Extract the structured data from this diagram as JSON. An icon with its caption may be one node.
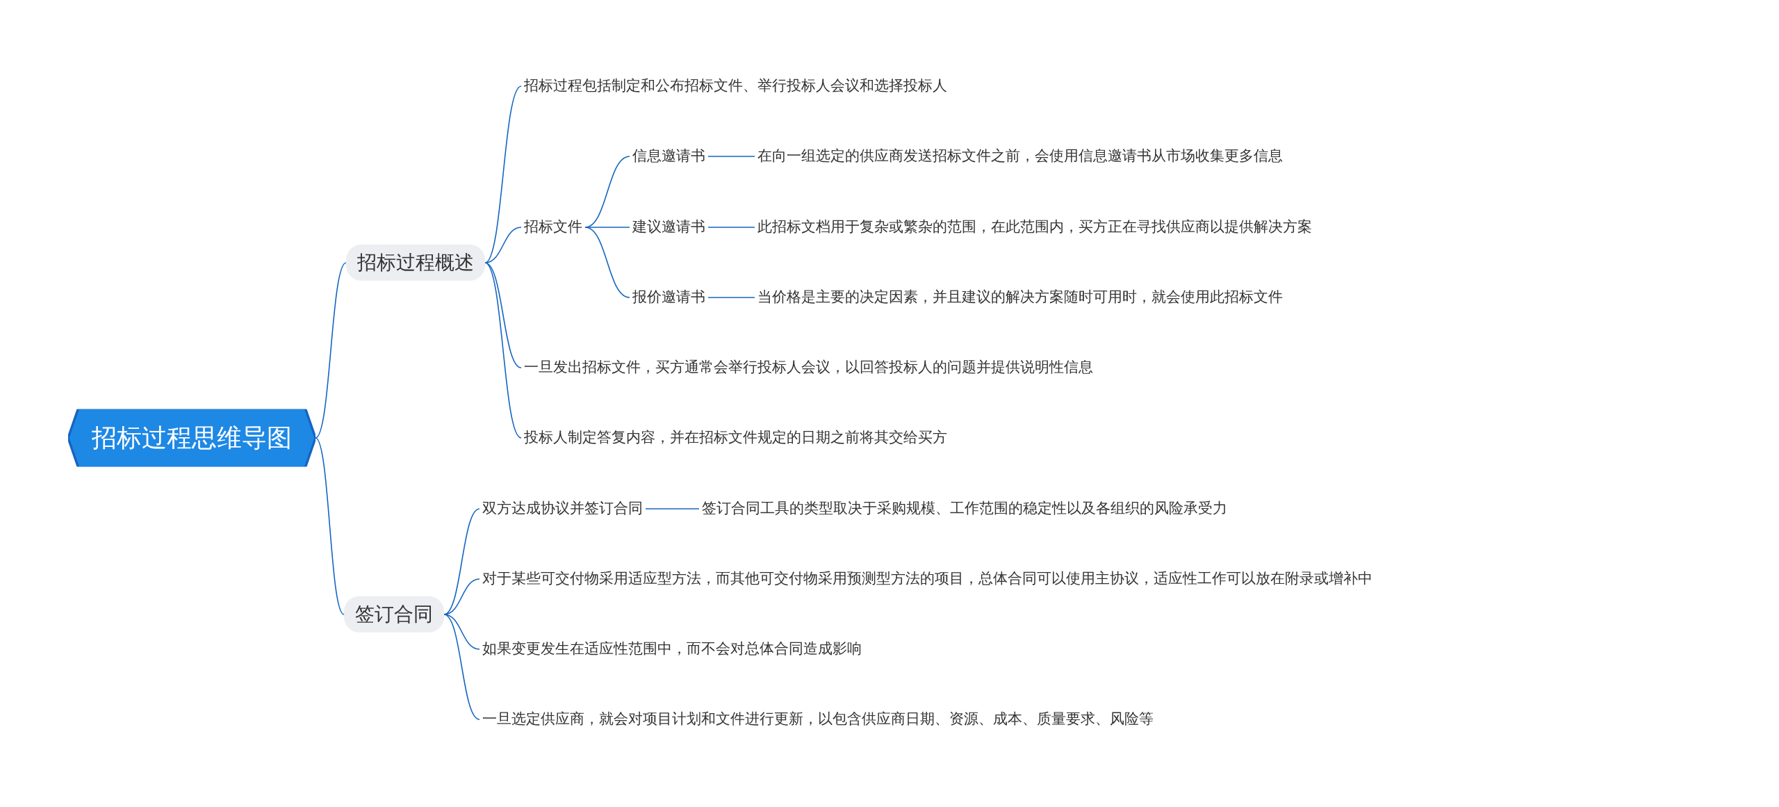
{
  "diagram": {
    "nodes": [
      {
        "text": [
          "招标过程思维导图"
        ]
      },
      {
        "text": [
          "招标过程概述"
        ]
      },
      {
        "text": [
          "招标过程包括制定和公布招标文件、举行投标人会议和选择投标人"
        ]
      },
      {
        "text": [
          "招标文件"
        ]
      },
      {
        "text": [
          "信息邀请书"
        ]
      },
      {
        "text": [
          "在向一组选定的供应商发送招标文件之前，会使用信息邀请书从市场收集更多信息"
        ]
      },
      {
        "text": [
          "建议邀请书"
        ]
      },
      {
        "text": [
          "此招标文档用于复杂或繁杂的范围，在此范围内，买方正在寻找供应商以提供解决方案"
        ]
      },
      {
        "text": [
          "报价邀请书"
        ]
      },
      {
        "text": [
          "当价格是主要的决定因素，并且建议的解决方案随时可用时，就会使用此招标文件"
        ]
      },
      {
        "text": [
          "一旦发出招标文件，买方通常会举行投标人会议，以回答投标人的问题并提供说明性信息"
        ]
      },
      {
        "text": [
          "投标人制定答复内容，并在招标文件规定的日期之前将其交给买方"
        ]
      },
      {
        "text": [
          "签订合同"
        ]
      },
      {
        "text": [
          "双方达成协议并签订合同"
        ]
      },
      {
        "text": [
          "签订合同工具的类型取决于采购规模、工作范围的稳定性以及各组织的风险承受力"
        ]
      },
      {
        "text": [
          "对于某些可交付物采用适应型方法，而其他可交付物采用预测型方法的项目，总体合同可以使用主协议，适应性工作可以放在附录或增补中"
        ]
      },
      {
        "text": [
          "如果变更发生在适应性范围中，而不会对总体合同造成影响"
        ]
      },
      {
        "text": [
          "一旦选定供应商，就会对项目计划和文件进行更新，以包含供应商日期、资源、成本、质量要求、风险等"
        ]
      }
    ],
    "edges": [
      {
        "from": 0,
        "to": 1,
        "arrow": "none"
      },
      {
        "from": 0,
        "to": 12,
        "arrow": "none"
      },
      {
        "from": 1,
        "to": 2,
        "arrow": "none"
      },
      {
        "from": 1,
        "to": 3,
        "arrow": "none"
      },
      {
        "from": 1,
        "to": 10,
        "arrow": "none"
      },
      {
        "from": 1,
        "to": 11,
        "arrow": "none"
      },
      {
        "from": 3,
        "to": 4,
        "arrow": "none"
      },
      {
        "from": 3,
        "to": 6,
        "arrow": "none"
      },
      {
        "from": 3,
        "to": 8,
        "arrow": "none"
      },
      {
        "from": 4,
        "to": 5,
        "arrow": "none"
      },
      {
        "from": 6,
        "to": 7,
        "arrow": "none"
      },
      {
        "from": 8,
        "to": 9,
        "arrow": "none"
      },
      {
        "from": 12,
        "to": 13,
        "arrow": "none"
      },
      {
        "from": 12,
        "to": 15,
        "arrow": "none"
      },
      {
        "from": 12,
        "to": 16,
        "arrow": "none"
      },
      {
        "from": 12,
        "to": 17,
        "arrow": "none"
      },
      {
        "from": 13,
        "to": 14,
        "arrow": "none"
      }
    ]
  }
}
